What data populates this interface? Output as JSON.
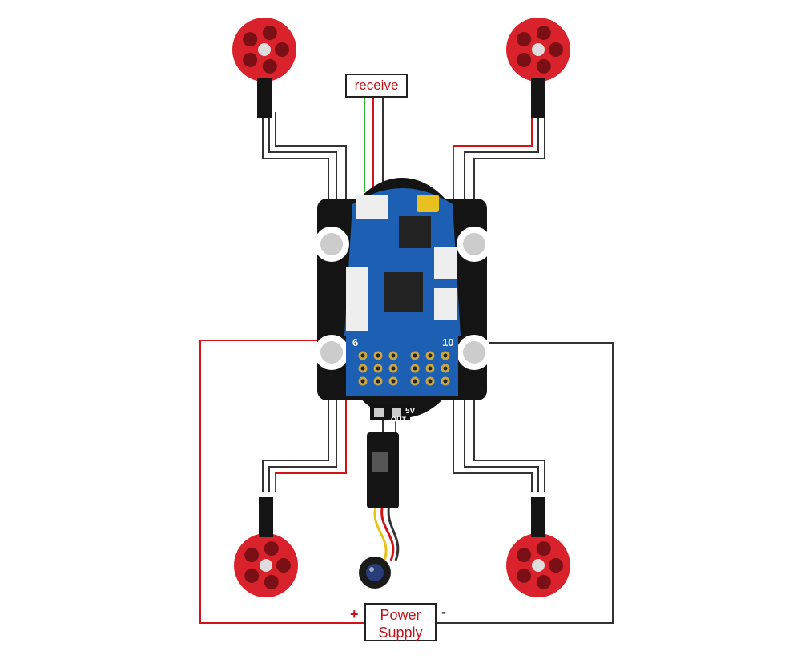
{
  "labels": {
    "receive": "receive",
    "power_supply": "Power Supply",
    "plus": "+",
    "minus": "-"
  },
  "board": {
    "pin_left": "6",
    "pin_right": "10",
    "out_voltage": "5V",
    "out_label": "OUT"
  },
  "colors": {
    "motor": "#d9222b",
    "pcb": "#1d5fb3",
    "frame": "#111111",
    "positive_wire": "#d0141a",
    "negative_wire": "#333333",
    "signal_wire": "#2db82d"
  }
}
